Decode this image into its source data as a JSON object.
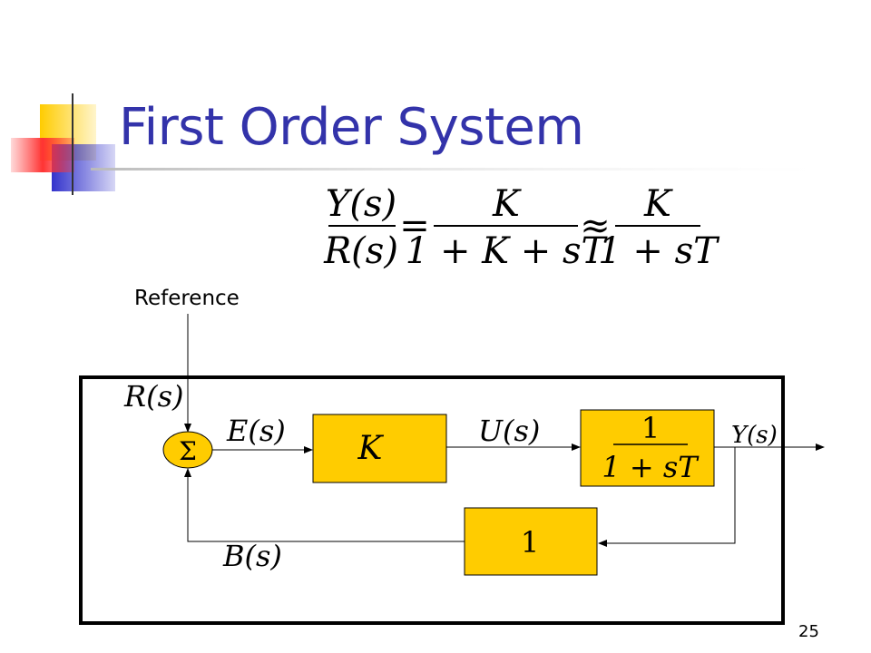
{
  "slide": {
    "title": "First Order System",
    "page_number": "25"
  },
  "equation": {
    "lhs_num": "Y(s)",
    "lhs_den": "R(s)",
    "equals": "=",
    "mid_num": "K",
    "mid_den": "1 + K + sT",
    "approx": "≈",
    "rhs_num": "K",
    "rhs_den": "1 + sT"
  },
  "diagram": {
    "reference_label": "Reference",
    "input_signal": "R(s)",
    "error_signal": "E(s)",
    "control_signal": "U(s)",
    "output_signal": "Y(s)",
    "feedback_signal": "B(s)",
    "summing_symbol": "Σ",
    "controller_block": "K",
    "plant_block_num": "1",
    "plant_block_den": "1 + sT",
    "feedback_block": "1",
    "block_fill": "#ffcc00",
    "frame_color": "#000000"
  },
  "colors": {
    "title": "#3333aa",
    "decor_yellow": "#ffcc00",
    "decor_blue": "#3333cc",
    "decor_red": "#ff3333"
  }
}
